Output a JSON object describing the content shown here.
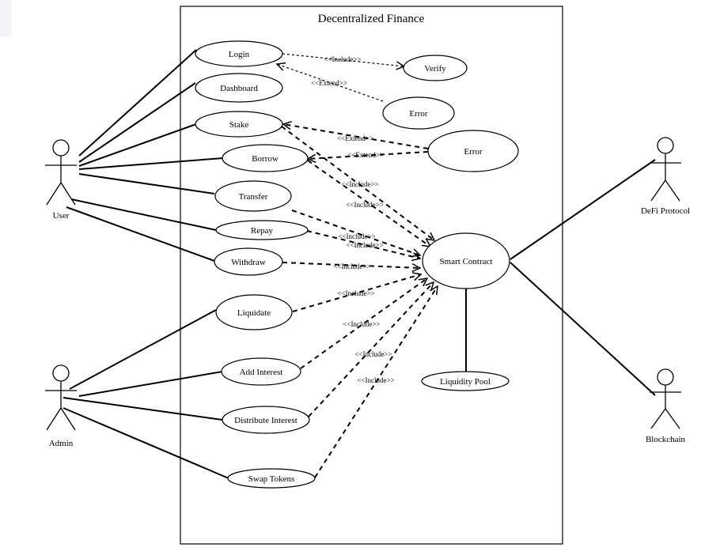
{
  "title": "Decentralized Finance",
  "actors": {
    "user": "User",
    "admin": "Admin",
    "defi": "DeFi Protocol",
    "blockchain": "Blockchain"
  },
  "use_cases": {
    "login": "Login",
    "dashboard": "Dashboard",
    "stake": "Stake",
    "borrow": "Borrow",
    "transfer": "Transfer",
    "repay": "Repay",
    "withdraw": "Withdraw",
    "liquidate": "Liquidate",
    "add_interest": "Add Interest",
    "distribute_interest": "Distribute Interest",
    "swap_tokens": "Swap Tokens",
    "verify": "Verify",
    "error1": "Error",
    "error2": "Error",
    "smart_contract": "Smart Contract",
    "liquidity_pool": "Liquidity Pool"
  },
  "relations": {
    "include": "<<Include>>",
    "extend": "<<Extend>>"
  }
}
